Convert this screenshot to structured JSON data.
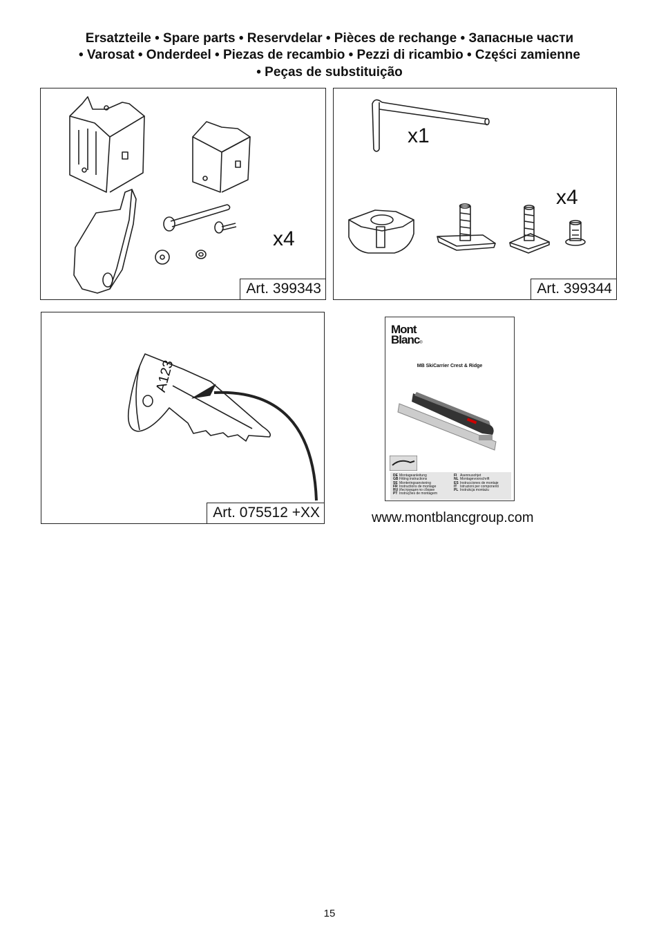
{
  "header": {
    "line1": "Ersatzteile • Spare parts • Reservdelar • Pièces de rechange • Запасные части",
    "line2": "• Varosat • Onderdeel • Piezas de recambio • Pezzi di ricambio • Części zamienne",
    "line3": "• Peças de substituição"
  },
  "panels": [
    {
      "art": "Art. 399343",
      "qty": "x4"
    },
    {
      "art": "Art. 399344",
      "qty1": "x1",
      "qty2": "x4"
    },
    {
      "art": "Art. 075512 +XX",
      "key_code": "A123"
    }
  ],
  "booklet": {
    "logo_line1": "Mont",
    "logo_line2": "Blanc",
    "logo_reg": "®",
    "title": "MB SkiCarrier Crest & Ridge",
    "languages_left": [
      {
        "code": "DE",
        "text": "Montageanleitung"
      },
      {
        "code": "GB",
        "text": "Fitting instructions"
      },
      {
        "code": "SE",
        "text": "Monteringsanvisning"
      },
      {
        "code": "FR",
        "text": "Instructions de montage"
      },
      {
        "code": "RU",
        "text": "Инструкция по сборке"
      },
      {
        "code": "PT",
        "text": "Instruções de montagem"
      }
    ],
    "languages_right": [
      {
        "code": "FI",
        "text": "Asennusohjet"
      },
      {
        "code": "NL",
        "text": "Montagevoorschrift"
      },
      {
        "code": "ES",
        "text": "Instrucciones de montaje"
      },
      {
        "code": "IT",
        "text": "Istruzioni per componenti"
      },
      {
        "code": "PL",
        "text": "Instrukcja montażu"
      }
    ]
  },
  "url": "www.montblancgroup.com",
  "page_number": "15"
}
